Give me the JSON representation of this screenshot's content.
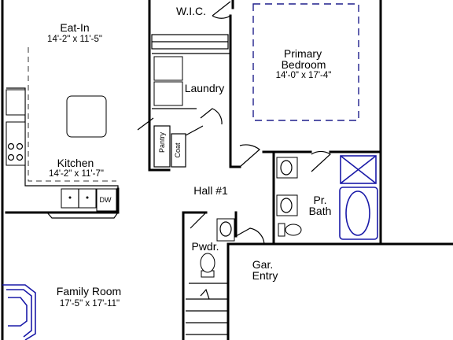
{
  "rooms": {
    "wic": {
      "name": "W.I.C."
    },
    "eat_in": {
      "name": "Eat-In",
      "dims": "14'-2\" x 11'-5\""
    },
    "primary_bedroom": {
      "name_line1": "Primary",
      "name_line2": "Bedroom",
      "dims": "14'-0\" x 17'-4\""
    },
    "laundry": {
      "name": "Laundry"
    },
    "pantry": {
      "name": "Pantry"
    },
    "coat": {
      "name": "Coat"
    },
    "kitchen": {
      "name": "Kitchen",
      "dims": "14'-2\" x 11'-7\""
    },
    "dishwasher": {
      "name": "DW"
    },
    "hall": {
      "name": "Hall #1"
    },
    "primary_bath": {
      "name_line1": "Pr.",
      "name_line2": "Bath"
    },
    "powder": {
      "name": "Pwdr."
    },
    "garage_entry": {
      "name_line1": "Gar.",
      "name_line2": "Entry"
    },
    "family_room": {
      "name": "Family Room",
      "dims": "17'-5\" x 17'-11\""
    }
  },
  "colors": {
    "wall": "#000000",
    "fixture_blue": "#1a1aa8",
    "ceiling_dash": "#1f1f8c"
  }
}
